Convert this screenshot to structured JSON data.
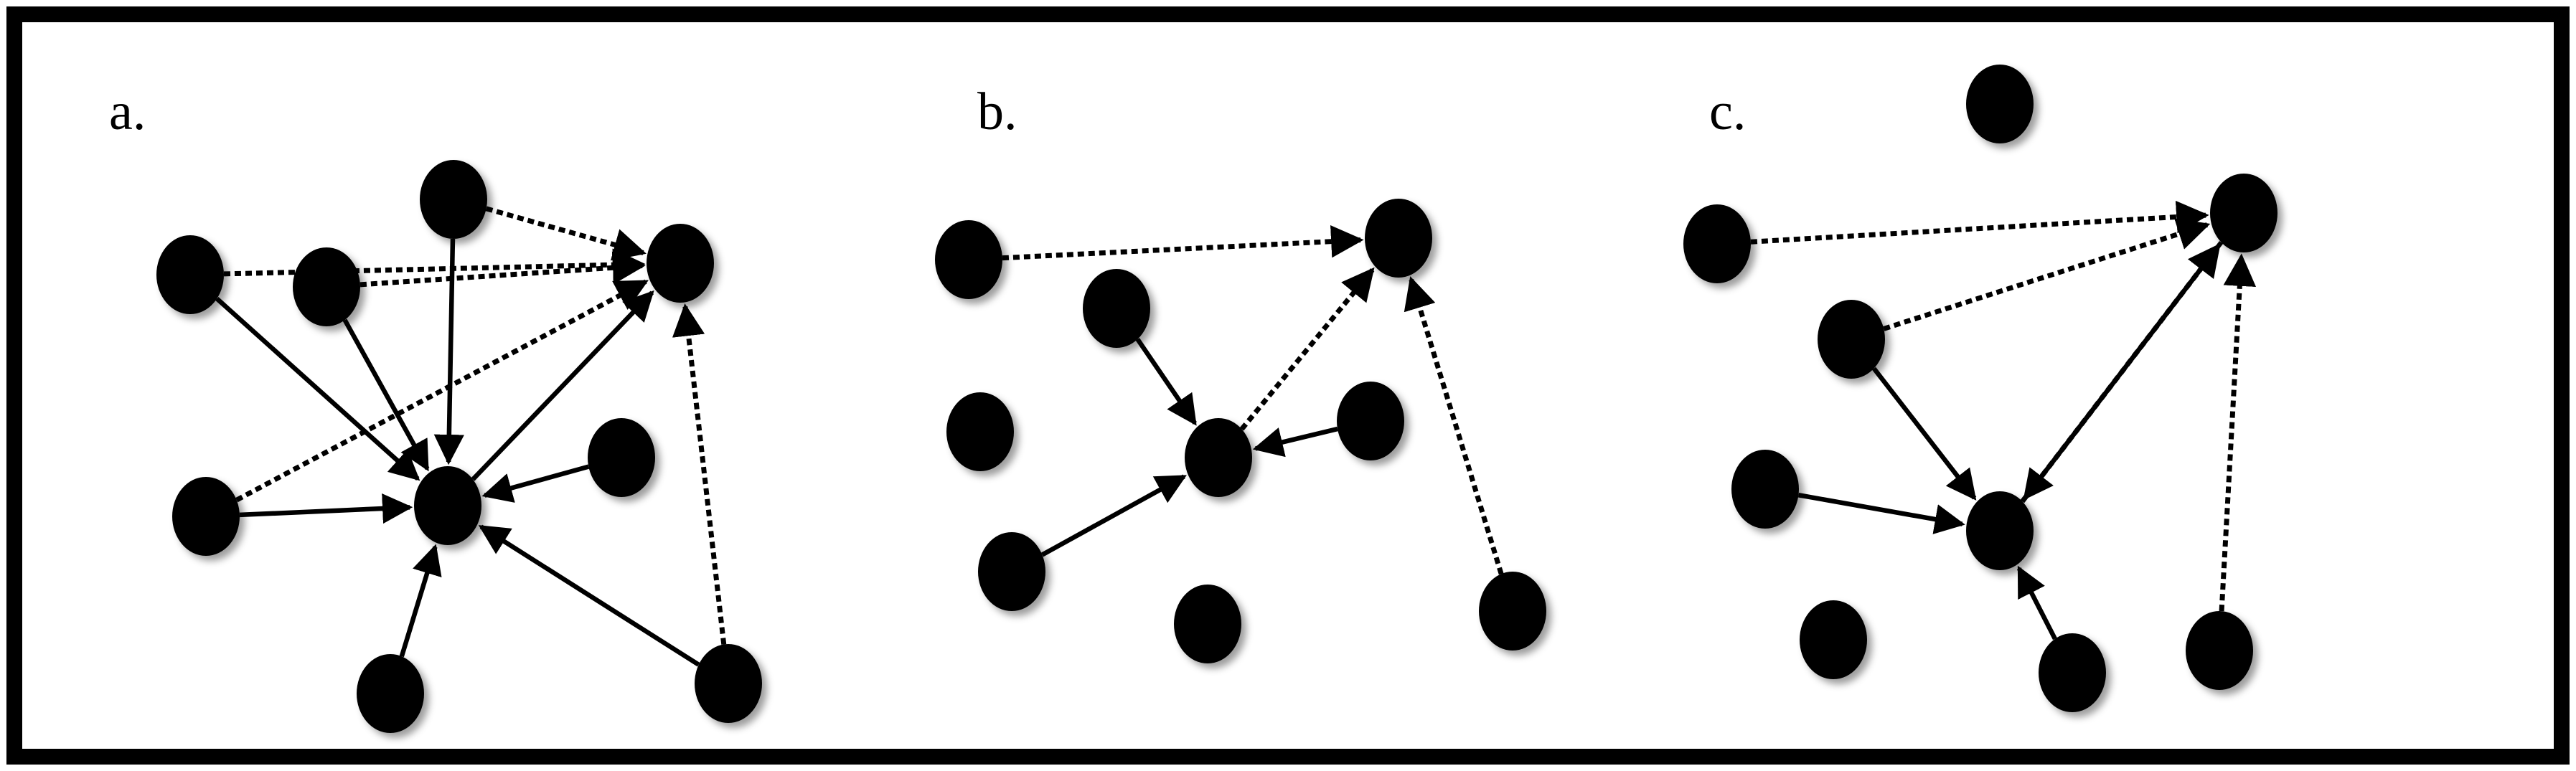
{
  "colors": {
    "background": "#ffffff",
    "frame": "#000000",
    "node": "#000000",
    "edge": "#000000"
  },
  "legend": {
    "solid_edge_style": "solid",
    "dotted_edge_style": "dotted"
  },
  "panels": [
    {
      "id": "a",
      "label": "a.",
      "nodes": [
        "a1",
        "a2",
        "a3",
        "a4",
        "a5",
        "a6",
        "a7",
        "a8",
        "a9",
        "a10"
      ],
      "edges": [
        {
          "from": "a1",
          "to": "a5",
          "style": "solid"
        },
        {
          "from": "a2",
          "to": "a5",
          "style": "solid"
        },
        {
          "from": "a3",
          "to": "a5",
          "style": "solid"
        },
        {
          "from": "a4",
          "to": "a5",
          "style": "solid"
        },
        {
          "from": "a7",
          "to": "a5",
          "style": "solid"
        },
        {
          "from": "a8",
          "to": "a5",
          "style": "solid"
        },
        {
          "from": "a9",
          "to": "a5",
          "style": "solid"
        },
        {
          "from": "a10",
          "to": "a5",
          "style": "solid"
        },
        {
          "from": "a1",
          "to": "a6",
          "style": "dotted"
        },
        {
          "from": "a2",
          "to": "a6",
          "style": "dotted"
        },
        {
          "from": "a3",
          "to": "a6",
          "style": "dotted"
        },
        {
          "from": "a4",
          "to": "a6",
          "style": "dotted"
        },
        {
          "from": "a9",
          "to": "a6",
          "style": "dotted"
        },
        {
          "from": "a10",
          "to": "a6",
          "style": "dotted"
        },
        {
          "from": "a5",
          "to": "a6",
          "style": "solid"
        }
      ]
    },
    {
      "id": "b",
      "label": "b.",
      "nodes": [
        "b1",
        "b2",
        "b3",
        "b4",
        "b5",
        "b6",
        "b7",
        "b8",
        "b9"
      ],
      "edges": [
        {
          "from": "b1",
          "to": "b2",
          "style": "dotted"
        },
        {
          "from": "b3",
          "to": "b5",
          "style": "solid"
        },
        {
          "from": "b6",
          "to": "b5",
          "style": "solid"
        },
        {
          "from": "b7",
          "to": "b5",
          "style": "solid"
        },
        {
          "from": "b5",
          "to": "b2",
          "style": "dotted"
        },
        {
          "from": "b9",
          "to": "b2",
          "style": "dotted"
        }
      ]
    },
    {
      "id": "c",
      "label": "c.",
      "nodes": [
        "c1",
        "c2",
        "c3",
        "c4",
        "c5",
        "c6",
        "c7",
        "c8",
        "c9"
      ],
      "edges": [
        {
          "from": "c2",
          "to": "c3",
          "style": "dotted"
        },
        {
          "from": "c4",
          "to": "c3",
          "style": "dotted"
        },
        {
          "from": "c4",
          "to": "c6",
          "style": "solid"
        },
        {
          "from": "c5",
          "to": "c6",
          "style": "solid"
        },
        {
          "from": "c6",
          "to": "c3",
          "style": "dotted"
        },
        {
          "from": "c3",
          "to": "c6",
          "style": "solid"
        },
        {
          "from": "c8",
          "to": "c6",
          "style": "solid"
        },
        {
          "from": "c9",
          "to": "c3",
          "style": "dotted"
        }
      ]
    }
  ]
}
